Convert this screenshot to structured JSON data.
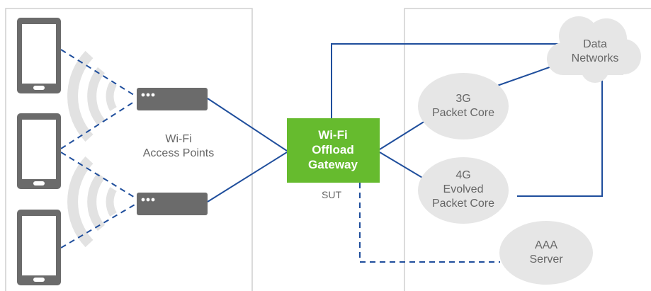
{
  "labels": {
    "access_points": [
      "Wi-Fi",
      "Access Points"
    ],
    "gateway": [
      "Wi-Fi",
      "Offload",
      "Gateway"
    ],
    "sut": "SUT",
    "data_networks": [
      "Data",
      "Networks"
    ],
    "core_3g": [
      "3G",
      "Packet Core"
    ],
    "core_4g": [
      "4G",
      "Evolved",
      "Packet Core"
    ],
    "aaa": [
      "AAA",
      "Server"
    ]
  },
  "colors": {
    "link": "#1f4e9c",
    "gateway": "#66bb2e",
    "node": "#e6e6e6",
    "device": "#6b6b6b",
    "wave": "#e2e2e2",
    "panel_border": "#cfcfcf",
    "text": "#666666"
  },
  "icons": {
    "device": "smartphone-icon",
    "access_point": "access-point-icon",
    "signal": "wifi-signal-icon",
    "cloud": "cloud-icon"
  }
}
